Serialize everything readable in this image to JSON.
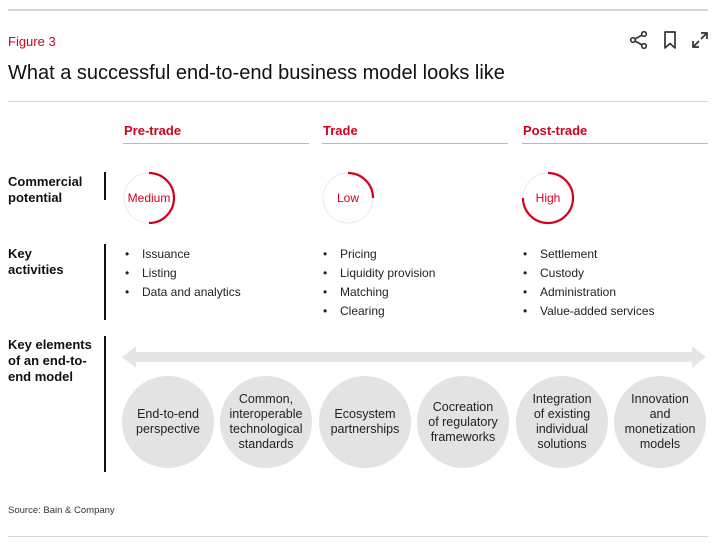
{
  "figure": {
    "label": "Figure 3",
    "title": "What a successful end-to-end business model looks like",
    "source": "Source: Bain & Company"
  },
  "toolbar": {
    "share_icon": "share-icon",
    "bookmark_icon": "bookmark-icon",
    "expand_icon": "expand-icon"
  },
  "phases": [
    {
      "label": "Pre-trade"
    },
    {
      "label": "Trade"
    },
    {
      "label": "Post-trade"
    }
  ],
  "rows": {
    "commercial": "Commercial\npotential",
    "activities": "Key\nactivities",
    "elements": "Key elements\nof an end-to-\nend model"
  },
  "potential": [
    {
      "label": "Medium",
      "level": 0.5
    },
    {
      "label": "Low",
      "level": 0.25
    },
    {
      "label": "High",
      "level": 0.75
    }
  ],
  "activities": [
    [
      "Issuance",
      "Listing",
      "Data and analytics"
    ],
    [
      "Pricing",
      "Liquidity provision",
      "Matching",
      "Clearing"
    ],
    [
      "Settlement",
      "Custody",
      "Administration",
      "Value-added services"
    ]
  ],
  "elements": [
    "End-to-end\nperspective",
    "Common,\ninteroperable\ntechnological\nstandards",
    "Ecosystem\npartnerships",
    "Cocreation\nof regulatory\nframeworks",
    "Integration\nof existing\nindividual\nsolutions",
    "Innovation\nand\nmonetization\nmodels"
  ],
  "colors": {
    "accent": "#d0021b",
    "circle_fill": "#e3e3e3",
    "arrow_fill": "#e6e6e6"
  }
}
